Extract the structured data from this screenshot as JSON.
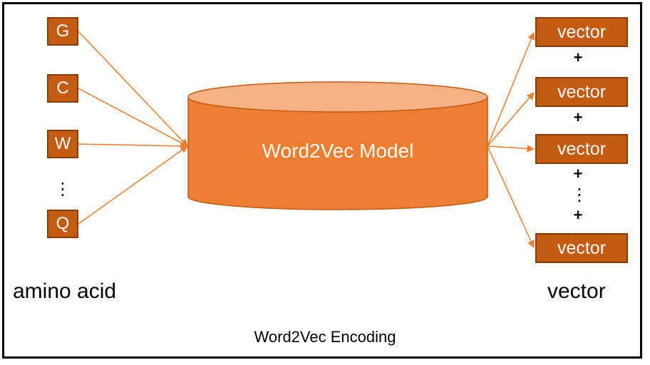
{
  "inputs": [
    {
      "label": "G"
    },
    {
      "label": "C"
    },
    {
      "label": "W"
    },
    {
      "label": "Q"
    }
  ],
  "input_ellipsis": "⋮",
  "model": {
    "label": "Word2Vec Model"
  },
  "outputs": [
    {
      "label": "vector"
    },
    {
      "label": "vector"
    },
    {
      "label": "vector"
    },
    {
      "label": "vector"
    }
  ],
  "output_ellipsis": "⋮",
  "plus_sign": "+",
  "labels": {
    "inputs": "amino acid",
    "outputs": "vector"
  },
  "caption": "Word2Vec Encoding",
  "colors": {
    "box_fill": "#c55a11",
    "cylinder_body": "#ed7d31",
    "cylinder_top": "#f4b183",
    "arrow": "#ed7d31"
  }
}
